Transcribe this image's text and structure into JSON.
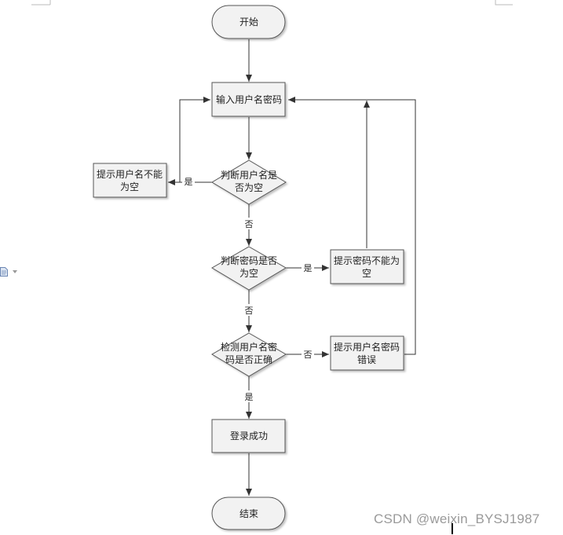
{
  "flowchart": {
    "nodes": {
      "start": "开始",
      "input": "输入用户名密码",
      "check_user": [
        "判断用户名是",
        "否为空"
      ],
      "user_empty": [
        "提示用户名不能",
        "为空"
      ],
      "check_pwd": [
        "判断密码是否",
        "为空"
      ],
      "pwd_empty": [
        "提示密码不能为",
        "空"
      ],
      "verify": [
        "检测用户名密",
        "码是否正确"
      ],
      "wrong": [
        "提示用户名密码",
        "错误"
      ],
      "success": "登录成功",
      "end": "结束"
    },
    "edge_labels": {
      "user_yes": "是",
      "user_no": "否",
      "pwd_yes": "是",
      "pwd_no": "否",
      "verify_no": "否",
      "verify_yes": "是"
    }
  },
  "watermark": "CSDN @weixin_BYSJ1987",
  "colors": {
    "line": "#333333",
    "shape_fill": "#f2f2f2",
    "shape_stroke": "#555555"
  }
}
